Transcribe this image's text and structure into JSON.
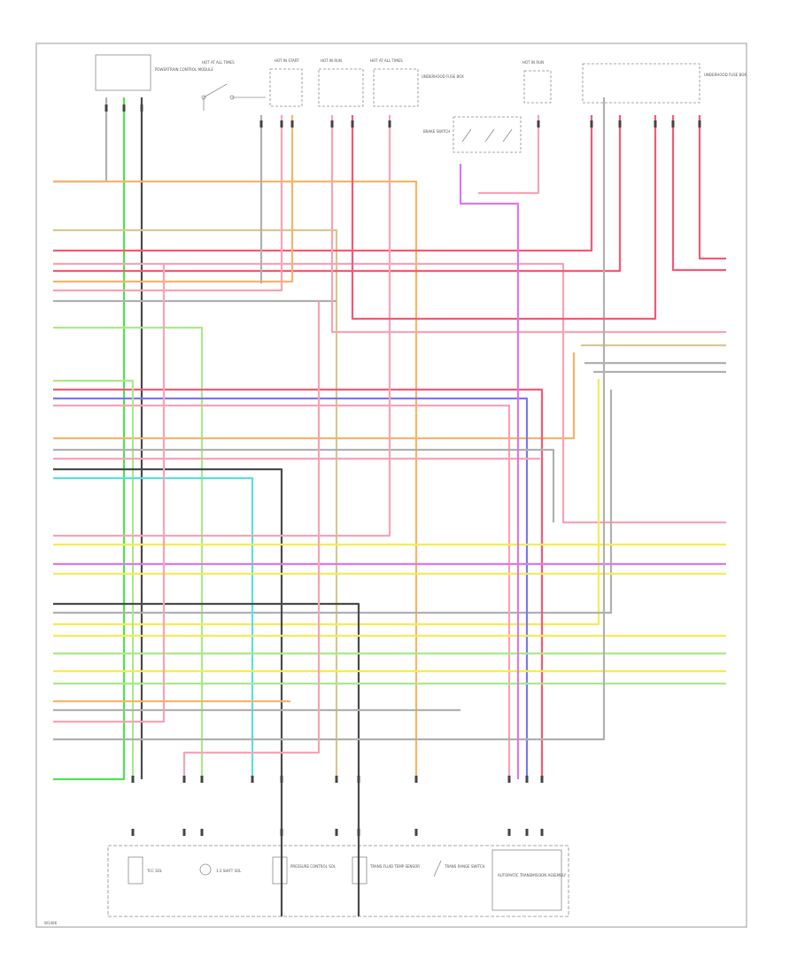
{
  "diagram": {
    "page_code": "W1406",
    "colors": {
      "red": "#f25a76",
      "pink": "#f7a3b5",
      "orange": "#f6b468",
      "yellow": "#f4ec55",
      "green": "#4fe34f",
      "lightgreen": "#a8ea8a",
      "cyan": "#55e1e1",
      "blue": "#7878ee",
      "violet": "#dd77ee",
      "black": "#4a4a4a",
      "gray": "#b0b0b0",
      "tan": "#d8c890"
    },
    "top_components": [
      {
        "label": "POWERTRAIN CONTROL MODULE"
      },
      {
        "label": "HOT AT ALL TIMES"
      },
      {
        "label": "HOT IN START"
      },
      {
        "label": "HOT IN RUN"
      },
      {
        "label": "HOT AT ALL TIMES"
      },
      {
        "label": "UNDERHOOD FUSE BOX"
      },
      {
        "label": "BRAKE SWITCH"
      },
      {
        "label": "HOT IN RUN"
      },
      {
        "label": "UNDERHOOD FUSE BOX"
      }
    ],
    "bottom_components": [
      {
        "label": "TCC SOL"
      },
      {
        "label": "1-2 SHIFT SOL"
      },
      {
        "label": "PRESSURE CONTROL SOL"
      },
      {
        "label": "TRANS FLUID TEMP SENSOR"
      },
      {
        "label": "TRANS RANGE SWITCH"
      },
      {
        "label": "AUTOMATIC TRANSMISSION ASSEMBLY"
      }
    ]
  }
}
